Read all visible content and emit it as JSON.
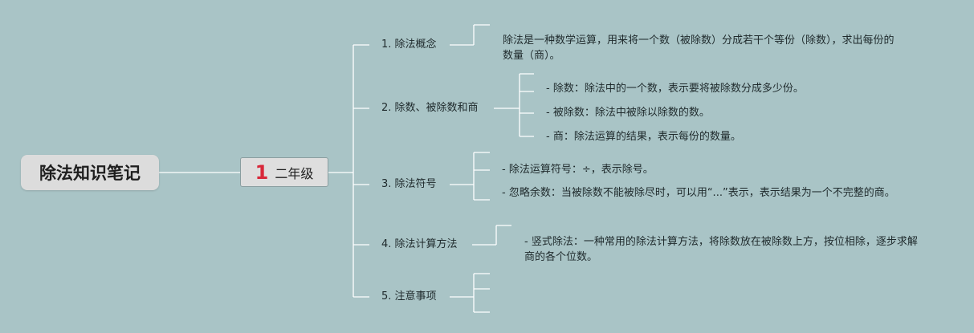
{
  "root": {
    "title": "除法知识笔记"
  },
  "grade": {
    "number": "1",
    "label": "二年级"
  },
  "branches": [
    {
      "label": "1. 除法概念",
      "leaves": [
        "除法是一种数学运算，用来将一个数（被除数）分成若干个等份（除数），求出每份的数量（商）。"
      ]
    },
    {
      "label": "2. 除数、被除数和商",
      "leaves": [
        "- 除数：除法中的一个数，表示要将被除数分成多少份。",
        "- 被除数：除法中被除以除数的数。",
        "- 商：除法运算的结果，表示每份的数量。"
      ]
    },
    {
      "label": "3. 除法符号",
      "leaves": [
        "- 除法运算符号：÷，表示除号。",
        "- 忽略余数：当被除数不能被除尽时，可以用“...”表示，表示结果为一个不完整的商。"
      ]
    },
    {
      "label": "4. 除法计算方法",
      "leaves": [
        "- 竖式除法：一种常用的除法计算方法，将除数放在被除数上方，按位相除，逐步求解商的各个位数。"
      ]
    },
    {
      "label": "5. 注意事项",
      "leaves": []
    }
  ],
  "colors": {
    "background": "#a9c4c6",
    "line": "#ffffff",
    "accent": "#d8283a"
  }
}
